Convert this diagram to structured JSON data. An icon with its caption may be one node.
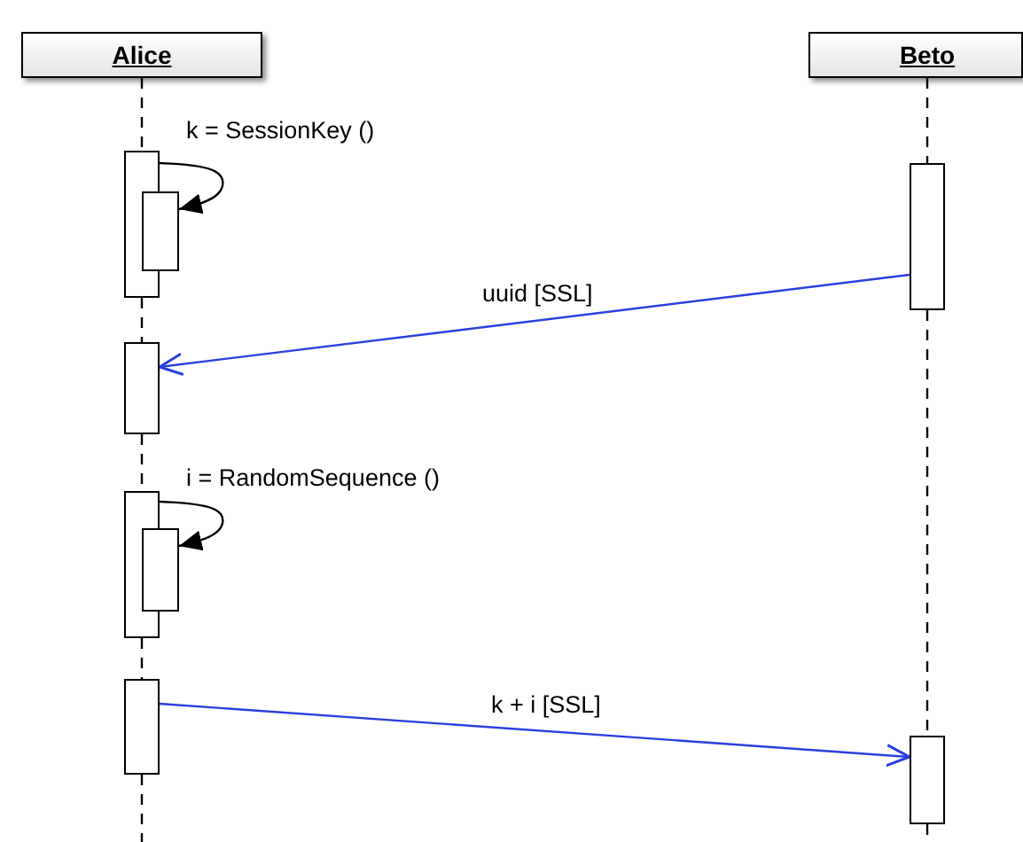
{
  "diagram": {
    "nodes": [
      {
        "text": [
          "Alice"
        ]
      },
      {
        "text": [
          "Beto"
        ]
      },
      {
        "text": [],
        "shape": "bar"
      },
      {
        "text": [],
        "shape": "bar"
      },
      {
        "text": [],
        "shape": "bar"
      },
      {
        "text": [],
        "shape": "bar"
      },
      {
        "text": [],
        "shape": "bar"
      },
      {
        "text": [],
        "shape": "bar"
      },
      {
        "text": [],
        "shape": "bar"
      },
      {
        "text": [],
        "shape": "bar"
      }
    ],
    "edges": [
      {
        "from": 2,
        "to": 3,
        "arrow": "to",
        "label": "k = SessionKey ()"
      },
      {
        "from": 4,
        "to": 5,
        "arrow": "to",
        "label": "uuid [SSL]",
        "color": "#2a3fe0"
      },
      {
        "from": 6,
        "to": 7,
        "arrow": "to",
        "label": "i = RandomSequence ()"
      },
      {
        "from": 8,
        "to": 9,
        "arrow": "to",
        "label": "k + i [SSL]",
        "color": "#2a3fe0"
      },
      {
        "from": 0,
        "to": 2,
        "arrow": "none",
        "style": "dashed"
      },
      {
        "from": 2,
        "to": 5,
        "arrow": "none",
        "style": "dashed"
      },
      {
        "from": 5,
        "to": 6,
        "arrow": "none",
        "style": "dashed"
      },
      {
        "from": 6,
        "to": 8,
        "arrow": "none",
        "style": "dashed"
      },
      {
        "from": 8,
        "to": null,
        "arrow": "none",
        "style": "dashed"
      },
      {
        "from": 1,
        "to": 4,
        "arrow": "none",
        "style": "dashed"
      },
      {
        "from": 4,
        "to": 9,
        "arrow": "none",
        "style": "dashed"
      },
      {
        "from": 9,
        "to": null,
        "arrow": "none",
        "style": "dashed"
      }
    ]
  }
}
